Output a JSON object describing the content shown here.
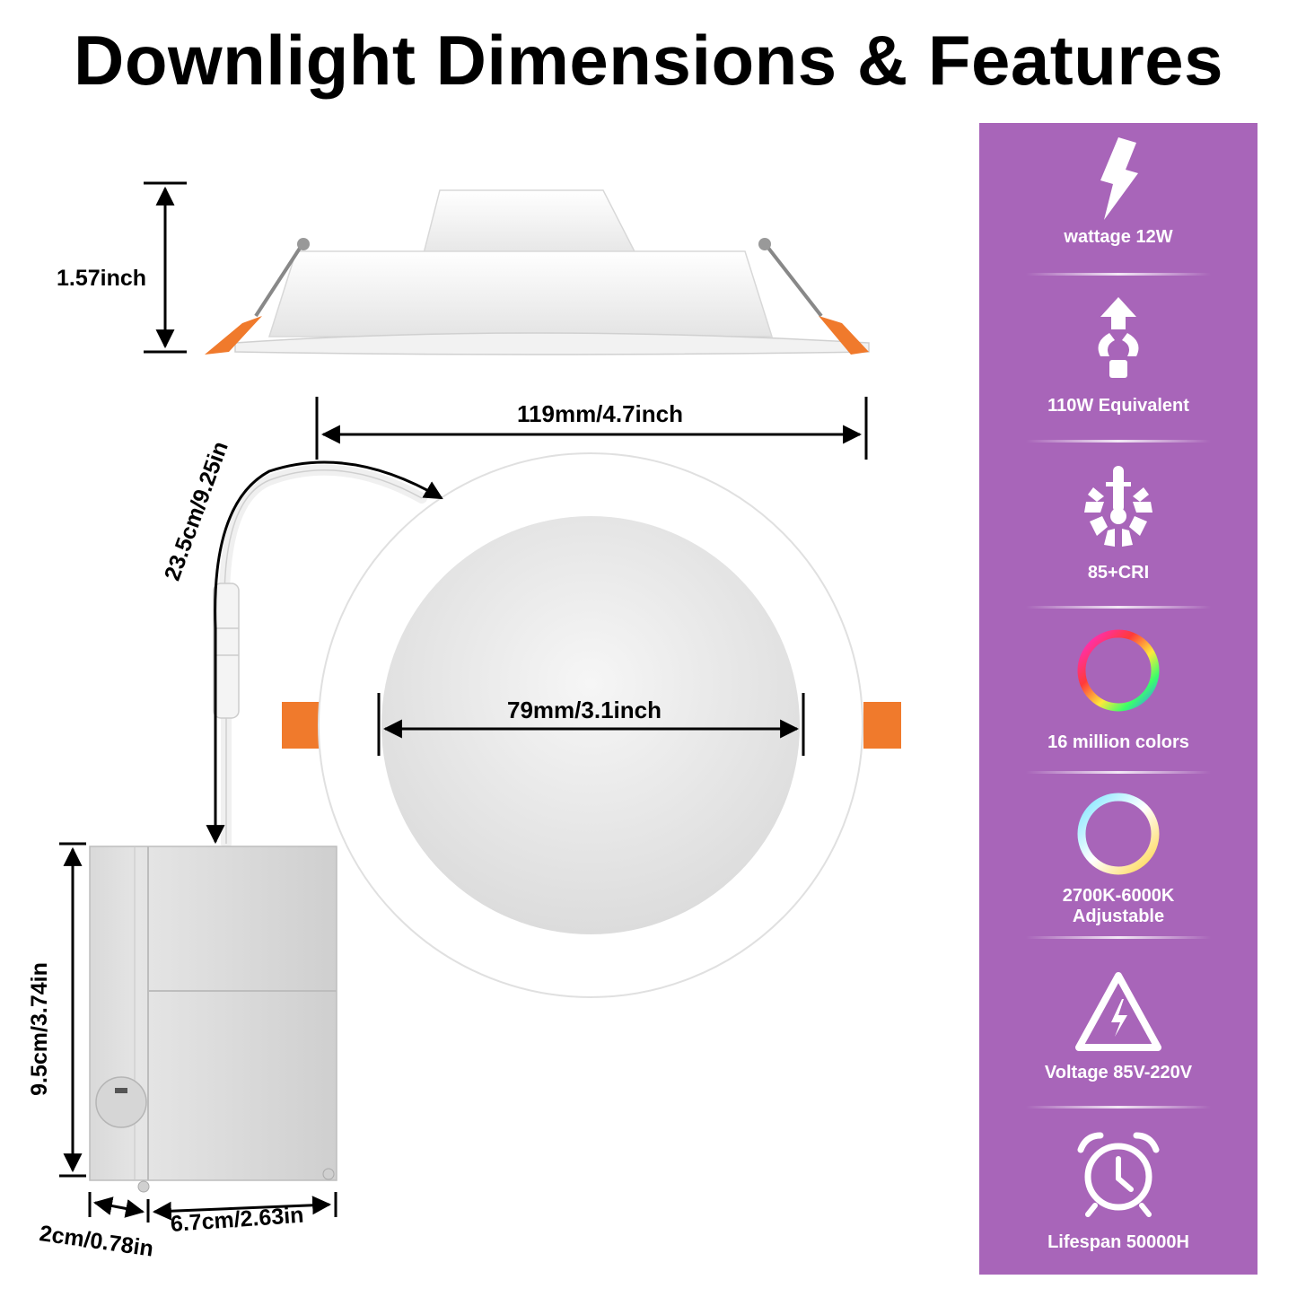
{
  "title": "Downlight Dimensions & Features",
  "dimensions": {
    "height": "1.57inch",
    "outer_diameter": "119mm/4.7inch",
    "inner_diameter": "79mm/3.1inch",
    "cable_length": "23.5cm/9.25in",
    "box_height": "9.5cm/3.74in",
    "box_depth": "2cm/0.78in",
    "box_width": "6.7cm/2.63in"
  },
  "colors": {
    "panel": "#a865b9",
    "clip": "#f07a2c",
    "text": "#000000"
  },
  "features": [
    {
      "icon": "lightning-icon",
      "label": "wattage 12W"
    },
    {
      "icon": "bulb-equivalent-icon",
      "label": "110W Equivalent"
    },
    {
      "icon": "cri-icon",
      "label": "85+CRI"
    },
    {
      "icon": "rgb-ring-icon",
      "label": "16 million colors"
    },
    {
      "icon": "cct-ring-icon",
      "label": "2700K-6000K\nAdjustable"
    },
    {
      "icon": "voltage-warning-icon",
      "label": "Voltage 85V-220V"
    },
    {
      "icon": "alarm-clock-icon",
      "label": "Lifespan 50000H"
    }
  ]
}
